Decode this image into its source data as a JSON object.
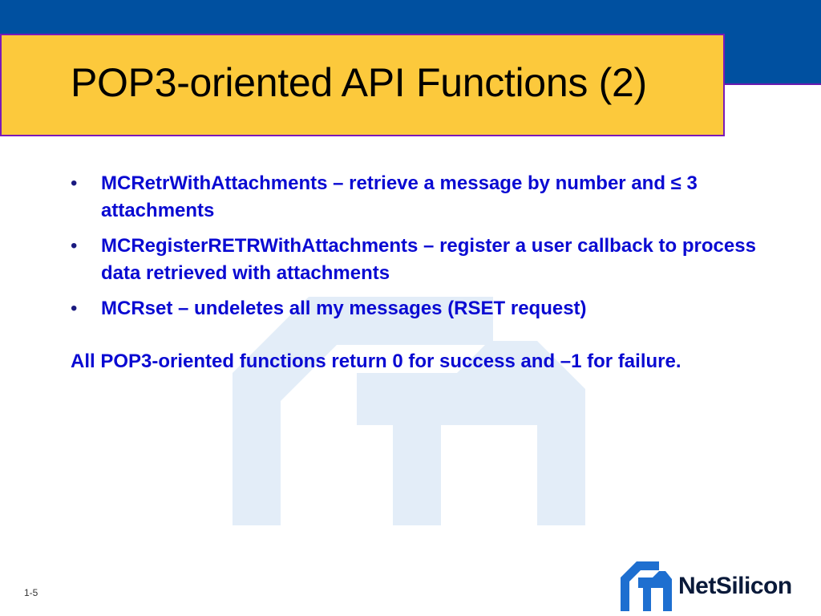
{
  "slide": {
    "title": "POP3-oriented API Functions (2)",
    "bullet_marker": "•",
    "bullets": [
      "MCRetrWithAttachments – retrieve a message by number and ≤ 3 attachments",
      "MCRegisterRETRWithAttachments – register a user callback to process data retrieved with attachments",
      "MCRset – undeletes all my messages (RSET request)"
    ],
    "note": "All POP3-oriented functions return 0 for success and –1 for failure.",
    "slide_number": "1-5"
  },
  "branding": {
    "logo_text": "NetSilicon",
    "logo_icon": "netsilicon-logo-icon",
    "watermark_icon": "netsilicon-watermark-icon"
  },
  "colors": {
    "header_blue": "#0050a0",
    "title_yellow": "#fcc93c",
    "title_border": "#7a1ab8",
    "body_text": "#0a0ad2",
    "watermark": "#e3edf8",
    "logo_blue": "#1e6fd0"
  }
}
